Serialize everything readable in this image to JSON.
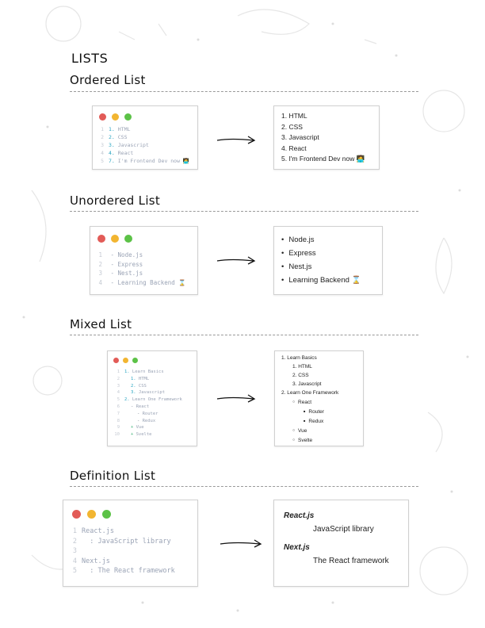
{
  "page_title": "LISTS",
  "sections": {
    "ordered": {
      "title": "Ordered List",
      "code": [
        {
          "ln": "1",
          "num": "1.",
          "text": " HTML"
        },
        {
          "ln": "2",
          "num": "2.",
          "text": " CSS"
        },
        {
          "ln": "3",
          "num": "3.",
          "text": " Javascript"
        },
        {
          "ln": "4",
          "num": "4.",
          "text": " React"
        },
        {
          "ln": "5",
          "num": "7.",
          "text": " I'm Frontend Dev now 🧑‍💻"
        }
      ],
      "output": [
        "1. HTML",
        "2. CSS",
        "3. Javascript",
        "4. React",
        "5. I'm Frontend Dev now 🧑‍💻"
      ]
    },
    "unordered": {
      "title": "Unordered List",
      "code": [
        {
          "ln": "1",
          "text": " - Node.js"
        },
        {
          "ln": "2",
          "text": " - Express"
        },
        {
          "ln": "3",
          "text": " - Nest.js"
        },
        {
          "ln": "4",
          "text": " - Learning Backend ⌛"
        }
      ],
      "output": [
        "Node.js",
        "Express",
        "Nest.js",
        "Learning Backend ⌛"
      ]
    },
    "mixed": {
      "title": "Mixed List",
      "code": [
        {
          "ln": "1",
          "num": "1.",
          "text": " Learn Basics",
          "indent": 0
        },
        {
          "ln": "2",
          "num": "1.",
          "text": " HTML",
          "indent": 1
        },
        {
          "ln": "3",
          "num": "2.",
          "text": " CSS",
          "indent": 1
        },
        {
          "ln": "4",
          "num": "3.",
          "text": " Javascript",
          "indent": 1
        },
        {
          "ln": "5",
          "num": "2.",
          "text": " Learn One Framework",
          "indent": 0
        },
        {
          "ln": "6",
          "num": "-",
          "text": " React",
          "indent": 1
        },
        {
          "ln": "7",
          "num": "-",
          "text": " Router",
          "indent": 2
        },
        {
          "ln": "8",
          "num": "-",
          "text": " Redux",
          "indent": 2
        },
        {
          "ln": "9",
          "num": "+",
          "text": " Vue",
          "indent": 1
        },
        {
          "ln": "10",
          "num": "+",
          "text": " Svelte",
          "indent": 1
        }
      ],
      "output": [
        {
          "label": "1. Learn Basics",
          "indent": 0
        },
        {
          "label": "1. HTML",
          "indent": 1
        },
        {
          "label": "2. CSS",
          "indent": 1
        },
        {
          "label": "3. Javascript",
          "indent": 1
        },
        {
          "label": "2. Learn One Framework",
          "indent": 0
        },
        {
          "label": "React",
          "indent": 1,
          "bullet": "circle"
        },
        {
          "label": "Router",
          "indent": 2,
          "bullet": "square"
        },
        {
          "label": "Redux",
          "indent": 2,
          "bullet": "square"
        },
        {
          "label": "Vue",
          "indent": 1,
          "bullet": "circle"
        },
        {
          "label": "Svelte",
          "indent": 1,
          "bullet": "circle"
        }
      ]
    },
    "definition": {
      "title": "Definition List",
      "code": [
        {
          "ln": "1",
          "text": "React.js"
        },
        {
          "ln": "2",
          "text": "  : JavaScript library"
        },
        {
          "ln": "3",
          "text": ""
        },
        {
          "ln": "4",
          "text": "Next.js"
        },
        {
          "ln": "5",
          "text": "  : The React framework"
        }
      ],
      "output": [
        {
          "term": "React.js",
          "desc": "JavaScript library"
        },
        {
          "term": "Next.js",
          "desc": "The React framework"
        }
      ]
    }
  },
  "colors": {
    "dot_red": "#e25b57",
    "dot_yellow": "#f2b531",
    "dot_green": "#5cc247"
  }
}
